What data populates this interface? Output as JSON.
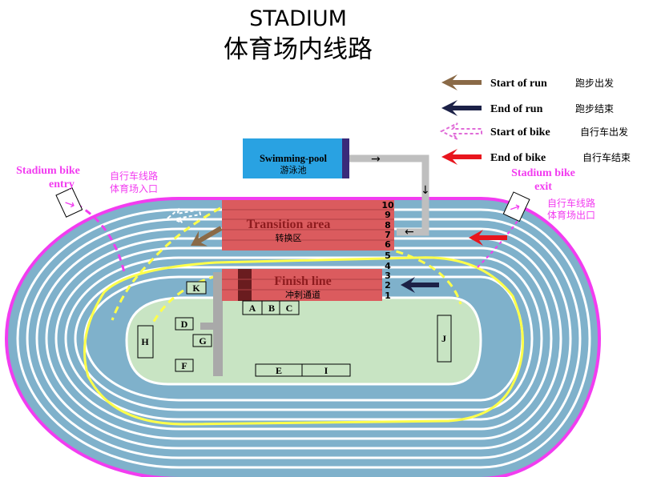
{
  "header": {
    "title": "STADIUM",
    "subtitle": "体育场内线路"
  },
  "legend": [
    {
      "label_en": "Start of run",
      "label_zh": "跑步出发",
      "color": "#8a6a47"
    },
    {
      "label_en": "End of run",
      "label_zh": "跑步结束",
      "color": "#1c2147"
    },
    {
      "label_en": "Start of bike",
      "label_zh": "自行车出发",
      "color": "#e06bd8"
    },
    {
      "label_en": "End of bike",
      "label_zh": "自行车结束",
      "color": "#e8151d"
    }
  ],
  "pool": {
    "label_en": "Swimming-pool",
    "label_zh": "游泳池",
    "color": "#29a2e2"
  },
  "transition": {
    "label_en": "Transition area",
    "label_zh": "转换区",
    "color": "#db5b5e"
  },
  "finish": {
    "label_en": "Finish line",
    "label_zh": "冲刺通道",
    "color": "#db5b5e"
  },
  "bike_entry": {
    "label_en_1": "Stadium bike",
    "label_en_2": "entry",
    "label_zh_1": "自行车线路",
    "label_zh_2": "体育场入口"
  },
  "bike_exit": {
    "label_en_1": "Stadium bike",
    "label_en_2": "exit",
    "label_zh_1": "自行车线路",
    "label_zh_2": "体育场出口"
  },
  "lanes": [
    "10",
    "9",
    "8",
    "7",
    "6",
    "5",
    "4",
    "3",
    "2",
    "1"
  ],
  "zones": [
    "K",
    "A",
    "B",
    "C",
    "D",
    "G",
    "H",
    "F",
    "E",
    "I",
    "J"
  ],
  "colors": {
    "track": "#7fb1cb",
    "field": "#c8e4c3",
    "outline": "#f23cf0",
    "run_path": "#ffff4a"
  }
}
